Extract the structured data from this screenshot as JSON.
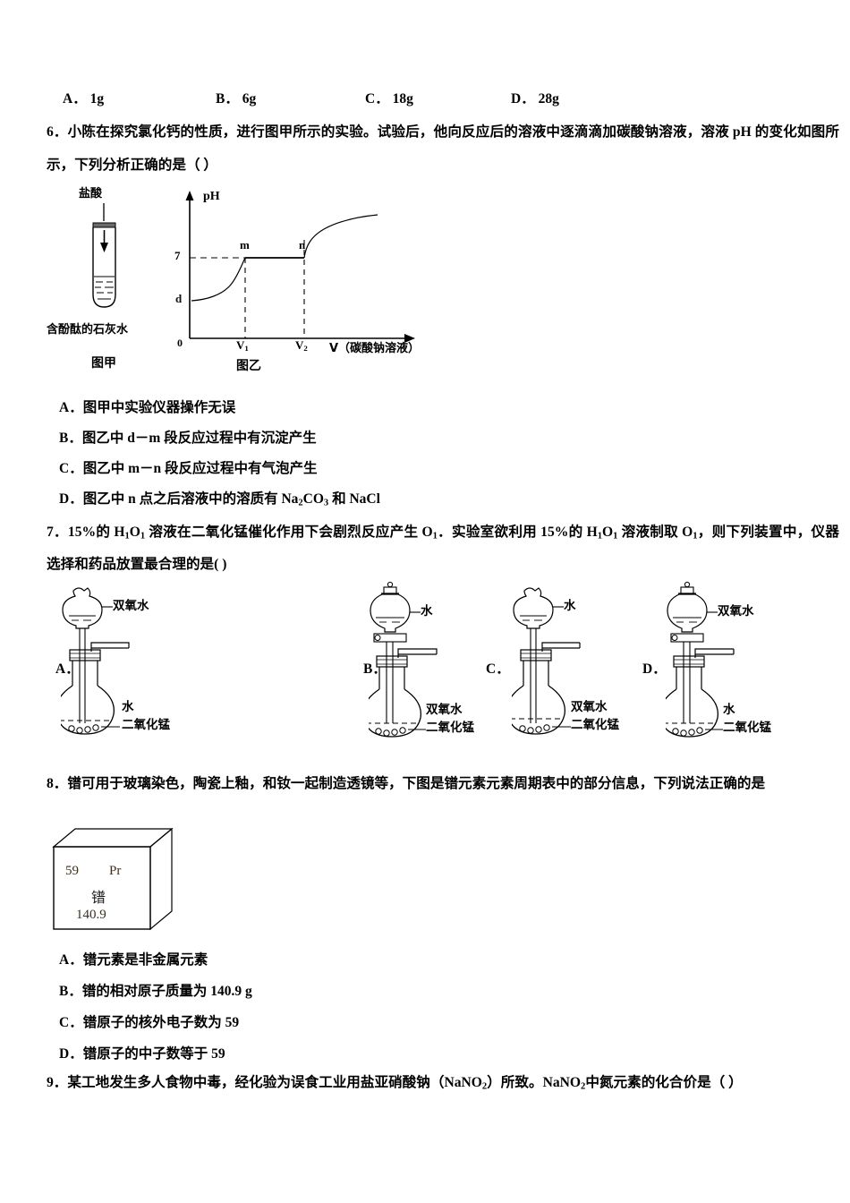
{
  "q5_options": [
    {
      "letter": "A．",
      "text": "1g"
    },
    {
      "letter": "B．",
      "text": "6g"
    },
    {
      "letter": "C．",
      "text": "18g"
    },
    {
      "letter": "D．",
      "text": "28g"
    }
  ],
  "q6": {
    "number": "6．",
    "stem": "小陈在探究氯化钙的性质，进行图甲所示的实验。试验后，他向反应后的溶液中逐滴滴加碳酸钠溶液，溶液 pH 的变化如图所示，下列分析正确的是（      ）",
    "figure_jia": {
      "caption": "图甲",
      "top_label": "盐酸",
      "bottom_label": "含酚酞的石灰水"
    },
    "figure_yi": {
      "caption": "图乙",
      "y_axis_label": "pH",
      "x_axis_label": "V（碳酸钠溶液）",
      "origin_label": "0",
      "y_tick_7": "7",
      "start_point_label": "d",
      "point_m": "m",
      "point_n": "n",
      "x_tick_1": "V",
      "x_tick_1_sub": "1",
      "x_tick_2": "V",
      "x_tick_2_sub": "2"
    },
    "options": [
      {
        "letter": "A．",
        "text": "图甲中实验仪器操作无误"
      },
      {
        "letter": "B．",
        "text": "图乙中 d－m 段反应过程中有沉淀产生"
      },
      {
        "letter": "C．",
        "text": "图乙中 m－n 段反应过程中有气泡产生"
      },
      {
        "letter": "D．",
        "text": "图乙中 n 点之后溶液中的溶质有 Na2CO3 和 NaCl"
      }
    ]
  },
  "q7": {
    "number": "7．",
    "stem_part1": "15%的 H",
    "stem_sub1": "1",
    "stem_part2": "O",
    "stem_sub2": "1",
    "stem_part3": "溶液在二氧化锰催化作用下会剧烈反应产生 O",
    "stem_sub3": "1",
    "stem_part4": "．实验室欲利用 15%的 H",
    "stem_sub4": "1",
    "stem_part5": "O",
    "stem_sub5": "1",
    "stem_part6": "溶液制取 O",
    "stem_sub6": "1",
    "stem_part7": "，则下列装置中，仪器选择和药品放置最合理的是(      )",
    "apparatus": [
      {
        "letter": "A．",
        "funnel_type": "thistle-funnel",
        "funnel_label": "双氧水",
        "flask_label_line1": "水",
        "flask_label_line2": "二氧化锰"
      },
      {
        "letter": "B．",
        "funnel_type": "separating-funnel",
        "funnel_label": "水",
        "flask_label_line1": "双氧水",
        "flask_label_line2": "二氧化锰"
      },
      {
        "letter": "C．",
        "funnel_type": "thistle-funnel",
        "funnel_label": "水",
        "flask_label_line1": "双氧水",
        "flask_label_line2": "二氧化锰"
      },
      {
        "letter": "D．",
        "funnel_type": "separating-funnel",
        "funnel_label": "双氧水",
        "flask_label_line1": "水",
        "flask_label_line2": "二氧化锰"
      }
    ]
  },
  "q8": {
    "number": "8．",
    "stem": "镨可用于玻璃染色，陶瓷上釉，和钕一起制造透镜等，下图是镨元素元素周期表中的部分信息，下列说法正确的是",
    "element_cube": {
      "atomic_number": "59",
      "symbol": "Pr",
      "chinese_name": "镨",
      "atomic_mass": "140.9"
    },
    "options": [
      {
        "letter": "A．",
        "text": "镨元素是非金属元素"
      },
      {
        "letter": "B．",
        "text": "镨的相对原子质量为 140.9 g"
      },
      {
        "letter": "C．",
        "text": "镨原子的核外电子数为 59"
      },
      {
        "letter": "D．",
        "text": "镨原子的中子数等于 59"
      }
    ]
  },
  "q9": {
    "number": "9．",
    "stem_part1": "某工地发生多人食物中毒，经化验为误食工业用盐亚硝酸钠（NaNO",
    "stem_sub1": "2",
    "stem_part2": "）所致。NaNO",
    "stem_sub2": "2",
    "stem_part3": "中氮元素的化合价是（    ）"
  },
  "colors": {
    "ink": "#000000",
    "cube_text": "#3b2f1e"
  }
}
